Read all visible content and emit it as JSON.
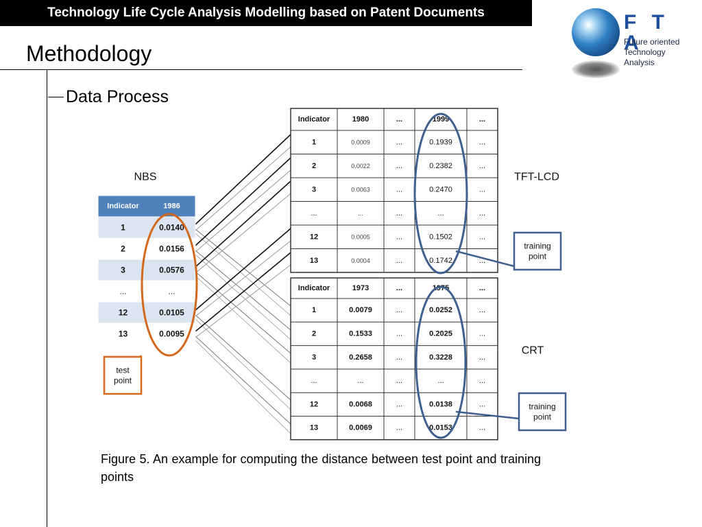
{
  "header": {
    "banner": "Technology Life Cycle Analysis Modelling based on Patent Documents"
  },
  "logo": {
    "title": "F T A",
    "subtitle": [
      "Future oriented",
      "Technology",
      "Analysis"
    ]
  },
  "slide": {
    "title": "Methodology",
    "bullet": "Data Process"
  },
  "figure": {
    "nbs": {
      "label": "NBS",
      "header": [
        "Indicator",
        "1986"
      ],
      "rows": [
        [
          "1",
          "0.0140"
        ],
        [
          "2",
          "0.0156"
        ],
        [
          "3",
          "0.0576"
        ],
        [
          "...",
          "..."
        ],
        [
          "12",
          "0.0105"
        ],
        [
          "13",
          "0.0095"
        ]
      ],
      "note": [
        "test",
        "point"
      ]
    },
    "tft": {
      "label": "TFT-LCD",
      "header": [
        "Indicator",
        "1980",
        "...",
        "1999",
        "..."
      ],
      "rows": [
        [
          "1",
          "0.0009",
          "...",
          "0.1939",
          "..."
        ],
        [
          "2",
          "0.0022",
          "...",
          "0.2382",
          "..."
        ],
        [
          "3",
          "0.0063",
          "...",
          "0.2470",
          "..."
        ],
        [
          "...",
          "...",
          "...",
          "...",
          "..."
        ],
        [
          "12",
          "0.0005",
          "...",
          "0.1502",
          "..."
        ],
        [
          "13",
          "0.0004",
          "...",
          "0.1742",
          "..."
        ]
      ],
      "note": [
        "training",
        "point"
      ]
    },
    "crt": {
      "label": "CRT",
      "header": [
        "Indicator",
        "1973",
        "...",
        "1975",
        "..."
      ],
      "rows": [
        [
          "1",
          "0.0079",
          "...",
          "0.0252",
          "..."
        ],
        [
          "2",
          "0.1533",
          "...",
          "0.2025",
          "..."
        ],
        [
          "3",
          "0.2658",
          "...",
          "0.3228",
          "..."
        ],
        [
          "...",
          "...",
          "...",
          "...",
          "..."
        ],
        [
          "12",
          "0.0068",
          "...",
          "0.0138",
          "..."
        ],
        [
          "13",
          "0.0069",
          "...",
          "0.0153",
          "..."
        ]
      ],
      "note": [
        "training",
        "point"
      ]
    },
    "colors": {
      "nbs_header": "#4f81bd",
      "nbs_band": "#dbe5f1",
      "test_ellipse": "#d2691e",
      "train_ellipse": "#3f5f8f"
    }
  },
  "caption": "Figure 5. An example for computing the distance between test point and training points"
}
